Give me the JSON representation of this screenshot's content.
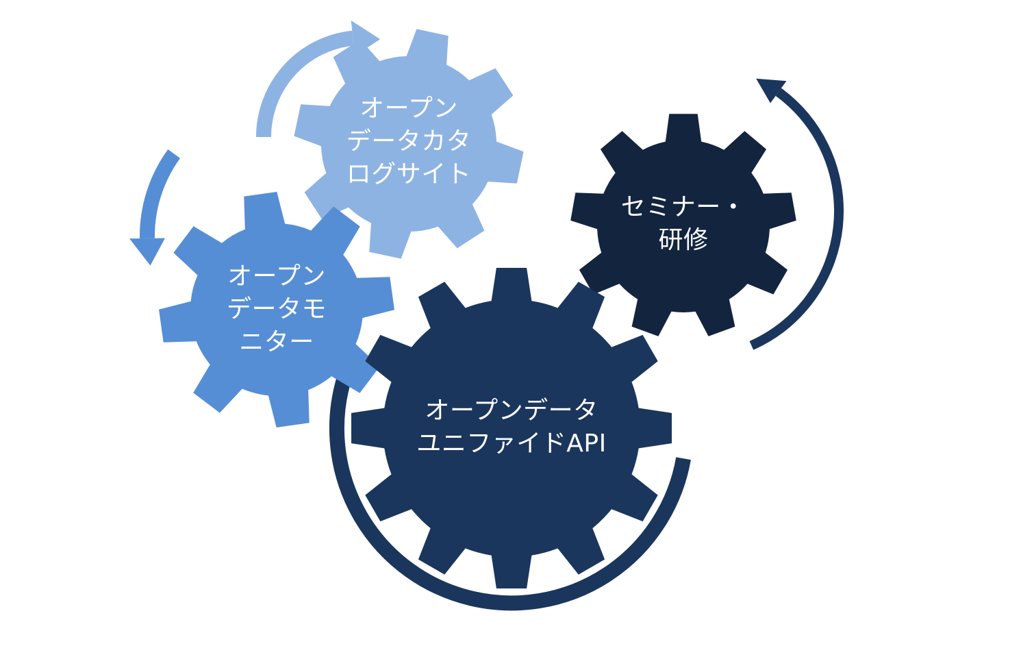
{
  "colors": {
    "light_blue": "#8db3e2",
    "medium_blue": "#558ed5",
    "navy": "#1b365d",
    "dark_navy": "#13243f",
    "arrow_light": "#8db3e2",
    "arrow_medium": "#558ed5",
    "arrow_navy": "#1b365d",
    "label_text": "#ffffff"
  },
  "gears": {
    "catalog": {
      "line1": "オープン",
      "line2": "データカタ",
      "line3": "ログサイト",
      "color": "#8db3e2",
      "icon": "gear-icon"
    },
    "monitor": {
      "line1": "オープン",
      "line2": "データモ",
      "line3": "ニター",
      "color": "#558ed5",
      "icon": "gear-icon"
    },
    "seminar": {
      "line1": "セミナー・",
      "line2": "研修",
      "color": "#13243f",
      "icon": "gear-icon"
    },
    "api": {
      "line1": "オープンデータ",
      "line2": "ユニファイドAPI",
      "color": "#1b365d",
      "icon": "gear-icon"
    }
  },
  "arrows": {
    "catalog_arrow": {
      "icon": "curved-arrow-icon",
      "color": "#8db3e2"
    },
    "monitor_arrow": {
      "icon": "curved-arrow-icon",
      "color": "#558ed5"
    },
    "seminar_arrow": {
      "icon": "curved-arrow-icon",
      "color": "#1b365d"
    },
    "api_arrow": {
      "icon": "curved-arrow-icon",
      "color": "#1b365d"
    }
  }
}
